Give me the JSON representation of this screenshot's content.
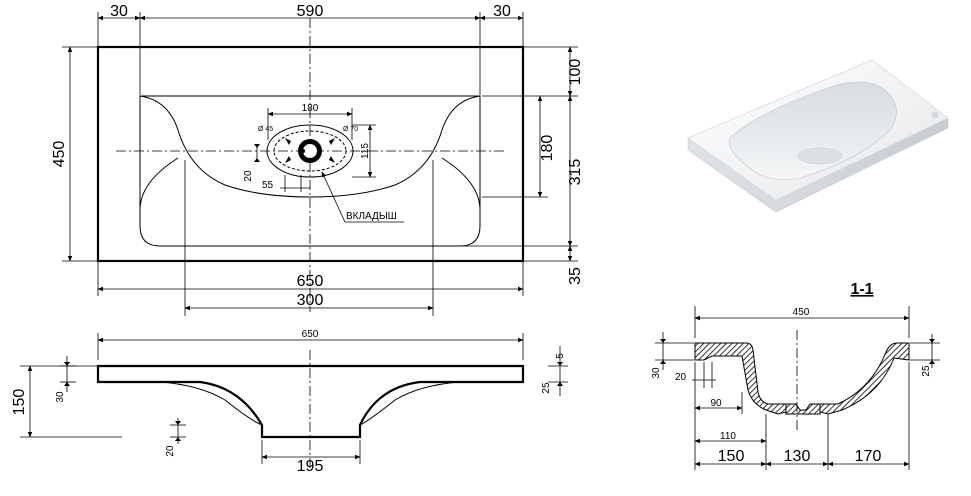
{
  "top_view": {
    "dim_left_margin": "30",
    "dim_inner_width": "590",
    "dim_right_margin": "30",
    "dim_depth": "450",
    "dim_right_top": "100",
    "dim_bowl_depth": "180",
    "dim_right_mid": "315",
    "dim_right_bottom": "35",
    "dim_total_width": "650",
    "dim_bowl_width": "300",
    "dim_faucet_span": "180",
    "dim_d45": "Ø 45",
    "dim_d70": "Ø 70",
    "dim_115": "115",
    "dim_20": "20",
    "dim_55": "55",
    "insert_label": "ВКЛАДЫШ"
  },
  "front_view": {
    "dim_width": "650",
    "dim_height": "150",
    "dim_slab": "30",
    "dim_5": "5",
    "dim_25": "25",
    "dim_20": "20",
    "dim_bottom": "195"
  },
  "section": {
    "title": "1-1",
    "dim_width": "450",
    "dim_30": "30",
    "dim_20": "20",
    "dim_25": "25",
    "dim_90": "90",
    "dim_110": "110",
    "dim_150": "150",
    "dim_130": "130",
    "dim_170": "170"
  }
}
